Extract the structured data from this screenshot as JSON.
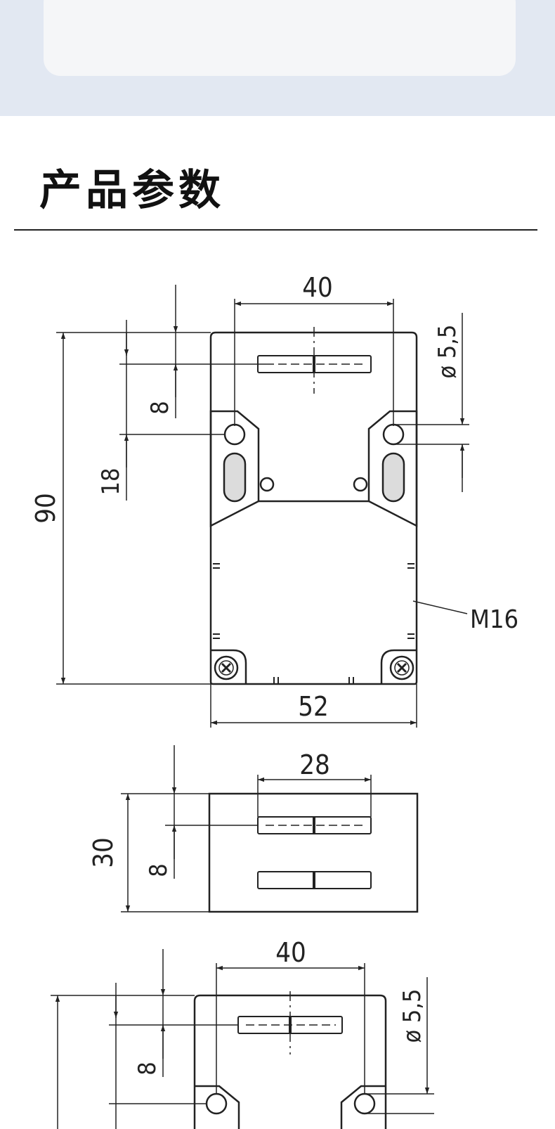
{
  "section": {
    "title": "产品参数"
  },
  "drawing": {
    "colors": {
      "line": "#222222",
      "slot_fill": "#dcdcdc",
      "banner": "#e2e8f2"
    },
    "front_view": {
      "width_top": "40",
      "hole_dia": "ø 5,5",
      "offset_8": "8",
      "offset_18": "18",
      "height": "90",
      "thread": "M16",
      "width_bottom": "52"
    },
    "side_view": {
      "slot_width": "28",
      "height": "30",
      "offset_8": "8"
    },
    "lower_view": {
      "width_top": "40",
      "hole_dia": "ø 5,5",
      "offset_8": "8"
    }
  }
}
